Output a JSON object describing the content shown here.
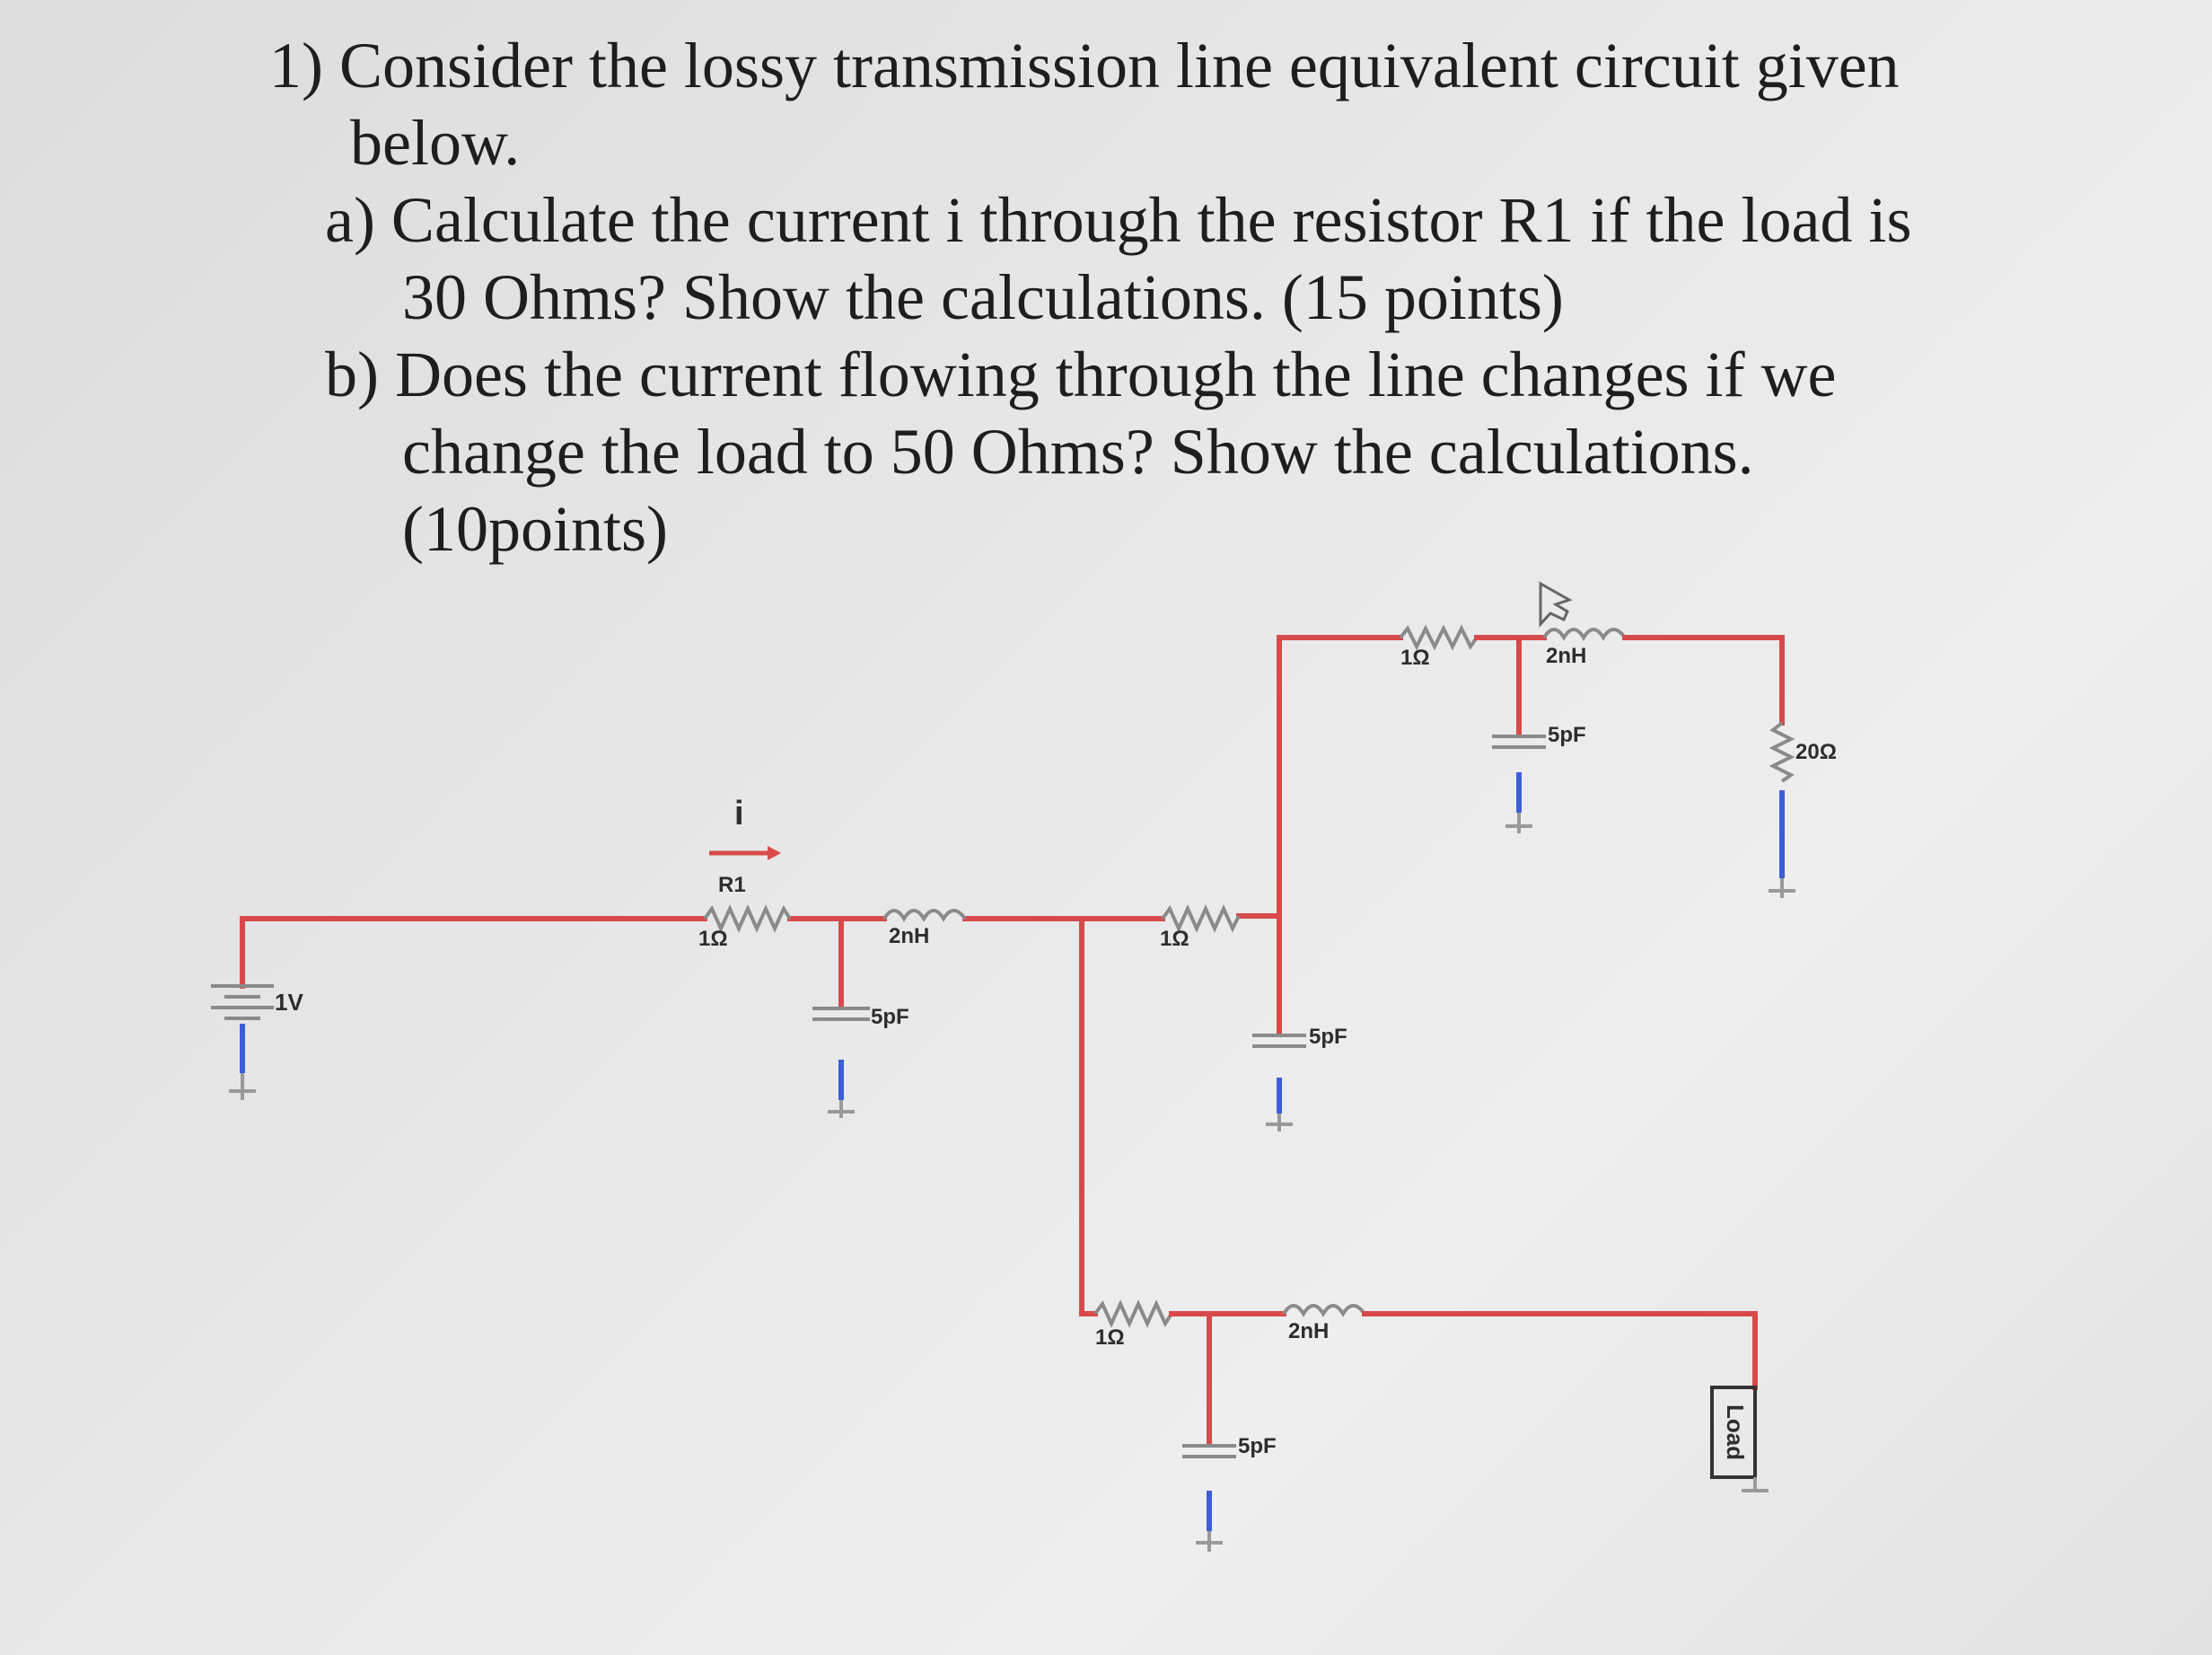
{
  "question": {
    "intro": "1) Consider the lossy transmission line equivalent circuit given",
    "intro_cont": "below.",
    "part_a": "a) Calculate the current i through the resistor R1 if the load is",
    "part_a_cont": "30 Ohms? Show the calculations. (15 points)",
    "part_b": "b) Does the current flowing through the line changes if we",
    "part_b_cont1": "change the load to 50 Ohms? Show the calculations.",
    "part_b_cont2": "(10points)"
  },
  "circuit": {
    "source_label": "1V",
    "current_label": "i",
    "r1_name": "R1",
    "r1_value": "1Ω",
    "l1_value": "2nH",
    "c1_value": "5pF",
    "r2_value": "1Ω",
    "c2_value": "5pF",
    "top_r_value": "1Ω",
    "top_l_value": "2nH",
    "top_c_value": "5pF",
    "top_load_value": "20Ω",
    "bottom_r_value": "1Ω",
    "bottom_l_value": "2nH",
    "bottom_c_value": "5pF",
    "load_label": "Load",
    "colors": {
      "wire": "#d84a4a",
      "ground_wire": "#3b5fd9",
      "component": "#8a8a8a"
    }
  }
}
